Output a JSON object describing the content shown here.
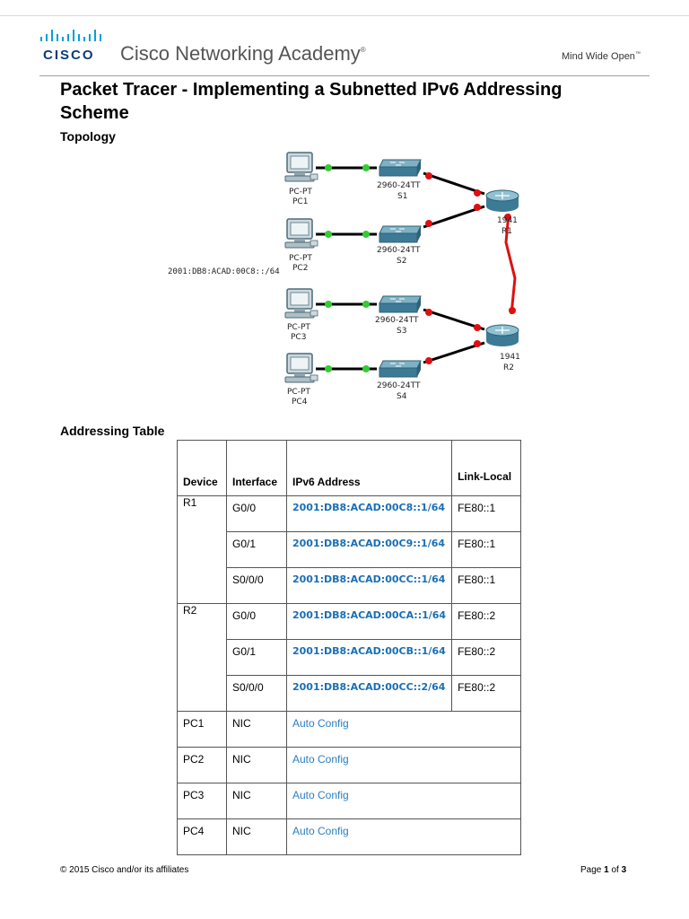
{
  "header": {
    "logo_text": "CISCO",
    "brand": "Cisco Networking Academy",
    "brand_mark": "®",
    "tagline": "Mind Wide Open",
    "tagline_mark": "™"
  },
  "document": {
    "title": "Packet Tracer - Implementing a Subnetted IPv6 Addressing Scheme",
    "section_topology": "Topology",
    "section_addressing": "Addressing Table"
  },
  "topology": {
    "network_label": "2001:DB8:ACAD:00C8::/64",
    "pcs": [
      {
        "type": "PC-PT",
        "name": "PC1"
      },
      {
        "type": "PC-PT",
        "name": "PC2"
      },
      {
        "type": "PC-PT",
        "name": "PC3"
      },
      {
        "type": "PC-PT",
        "name": "PC4"
      }
    ],
    "switches": [
      {
        "model": "2960-24TT",
        "name": "S1"
      },
      {
        "model": "2960-24TT",
        "name": "S2"
      },
      {
        "model": "2960-24TT",
        "name": "S3"
      },
      {
        "model": "2960-24TT",
        "name": "S4"
      }
    ],
    "routers": [
      {
        "model": "1941",
        "name": "R1"
      },
      {
        "model": "1941",
        "name": "R2"
      }
    ],
    "colors": {
      "link_up": "#33cc33",
      "link_down": "#e01010",
      "cable": "#000000",
      "serial": "#e01010",
      "device": "#3d7a95"
    }
  },
  "table": {
    "headers": {
      "device": "Device",
      "interface": "Interface",
      "ipv6": "IPv6 Address",
      "link_local": "Link-Local"
    },
    "rows": {
      "r1_g00": {
        "device": "R1",
        "iface": "G0/0",
        "ipv6": "2001:DB8:ACAD:00C8::1/64",
        "ll": "FE80::1"
      },
      "r1_g01": {
        "iface": "G0/1",
        "ipv6": "2001:DB8:ACAD:00C9::1/64",
        "ll": "FE80::1"
      },
      "r1_s000": {
        "iface": "S0/0/0",
        "ipv6": "2001:DB8:ACAD:00CC::1/64",
        "ll": "FE80::1"
      },
      "r2_g00": {
        "device": "R2",
        "iface": "G0/0",
        "ipv6": "2001:DB8:ACAD:00CA::1/64",
        "ll": "FE80::2"
      },
      "r2_g01": {
        "iface": "G0/1",
        "ipv6": "2001:DB8:ACAD:00CB::1/64",
        "ll": "FE80::2"
      },
      "r2_s000": {
        "iface": "S0/0/0",
        "ipv6": "2001:DB8:ACAD:00CC::2/64",
        "ll": "FE80::2"
      },
      "pc1": {
        "device": "PC1",
        "iface": "NIC",
        "ipv6": "Auto Config"
      },
      "pc2": {
        "device": "PC2",
        "iface": "NIC",
        "ipv6": "Auto Config"
      },
      "pc3": {
        "device": "PC3",
        "iface": "NIC",
        "ipv6": "Auto Config"
      },
      "pc4": {
        "device": "PC4",
        "iface": "NIC",
        "ipv6": "Auto Config"
      }
    }
  },
  "footer": {
    "copyright": "© 2015 Cisco and/or its affiliates",
    "page_prefix": "Page ",
    "page_current": "1",
    "page_of": " of ",
    "page_total": "3"
  }
}
